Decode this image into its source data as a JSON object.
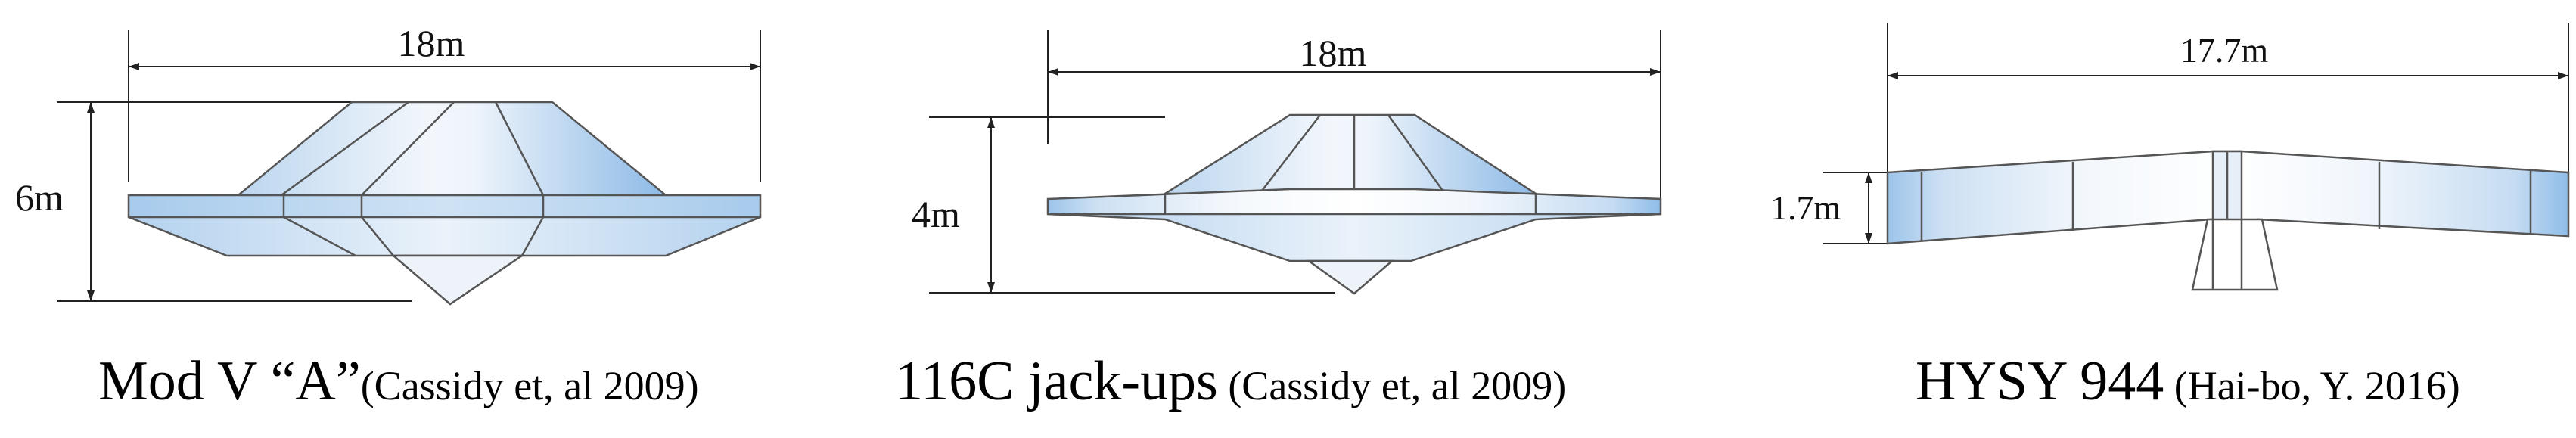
{
  "panels": [
    {
      "id": "mod-v-a",
      "width_label": "18m",
      "height_label": "6m",
      "caption_main": "Mod V “A”",
      "caption_cite": "(Cassidy et, al 2009)"
    },
    {
      "id": "116c",
      "width_label": "18m",
      "height_label": "4m",
      "caption_main": "116C jack-ups",
      "caption_cite": " (Cassidy et, al 2009)"
    },
    {
      "id": "hysy944",
      "width_label": "17.7m",
      "height_label": "1.7m",
      "caption_main": "HYSY 944",
      "caption_cite": " (Hai-bo, Y. 2016)"
    }
  ],
  "colors": {
    "hull_light": "#f2f6fb",
    "hull_mid": "#d6e6f5",
    "hull_dark": "#9ec3e8",
    "edge": "#555555"
  }
}
